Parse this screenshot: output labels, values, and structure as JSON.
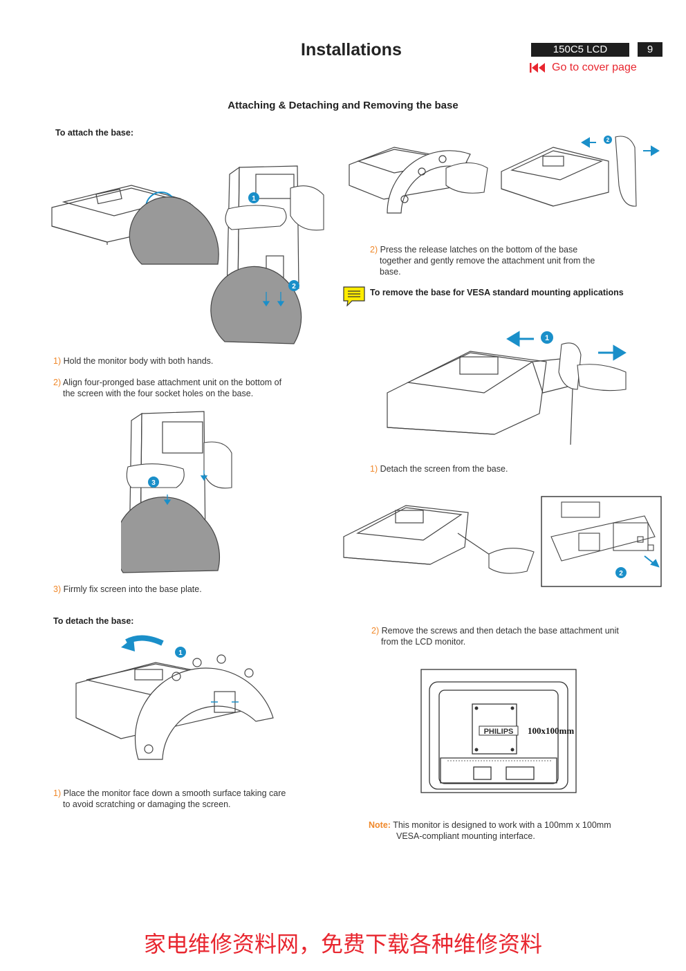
{
  "header": {
    "title": "Installations",
    "model": "150C5  LCD",
    "page_number": "9",
    "cover_link": "Go to cover page"
  },
  "section_title": "Attaching & Detaching and Removing the base",
  "attach": {
    "heading": "To attach the base:",
    "steps": [
      {
        "num": "1)",
        "text": "Hold the monitor body with both hands."
      },
      {
        "num": "2)",
        "text": "Align four-pronged base attachment unit on the bottom of",
        "cont": "the screen with the four socket holes on the base."
      },
      {
        "num": "3)",
        "text": "Firmly fix screen into the base plate."
      }
    ]
  },
  "detach": {
    "heading": "To detach the base:",
    "steps": [
      {
        "num": "1)",
        "text": "Place the monitor face down a smooth surface taking care",
        "cont": "to avoid scratching or damaging the screen."
      },
      {
        "num": "2)",
        "text": "Press the release latches on the bottom of the base",
        "cont1": "together and gently remove the attachment unit from the",
        "cont2": "base."
      }
    ]
  },
  "vesa": {
    "heading": "To remove the base for VESA standard mounting applications",
    "steps": [
      {
        "num": "1)",
        "text": "Detach the screen from the base."
      },
      {
        "num": "2)",
        "text": "Remove the screws and then detach the base attachment unit",
        "cont": "from the LCD monitor."
      }
    ],
    "brand": "PHILIPS",
    "size_label": "100x100mm",
    "note_label": "Note:",
    "note_text": "This monitor is designed to work with a 100mm x 100mm",
    "note_cont": "VESA-compliant mounting interface."
  },
  "callouts": [
    "1",
    "2",
    "3"
  ],
  "colors": {
    "accent_orange": "#f0882a",
    "link_red": "#e8262f",
    "callout_blue": "#1a8fc9",
    "note_icon_yellow": "#ffec00"
  },
  "footer": "家电维修资料网，免费下载各种维修资料"
}
